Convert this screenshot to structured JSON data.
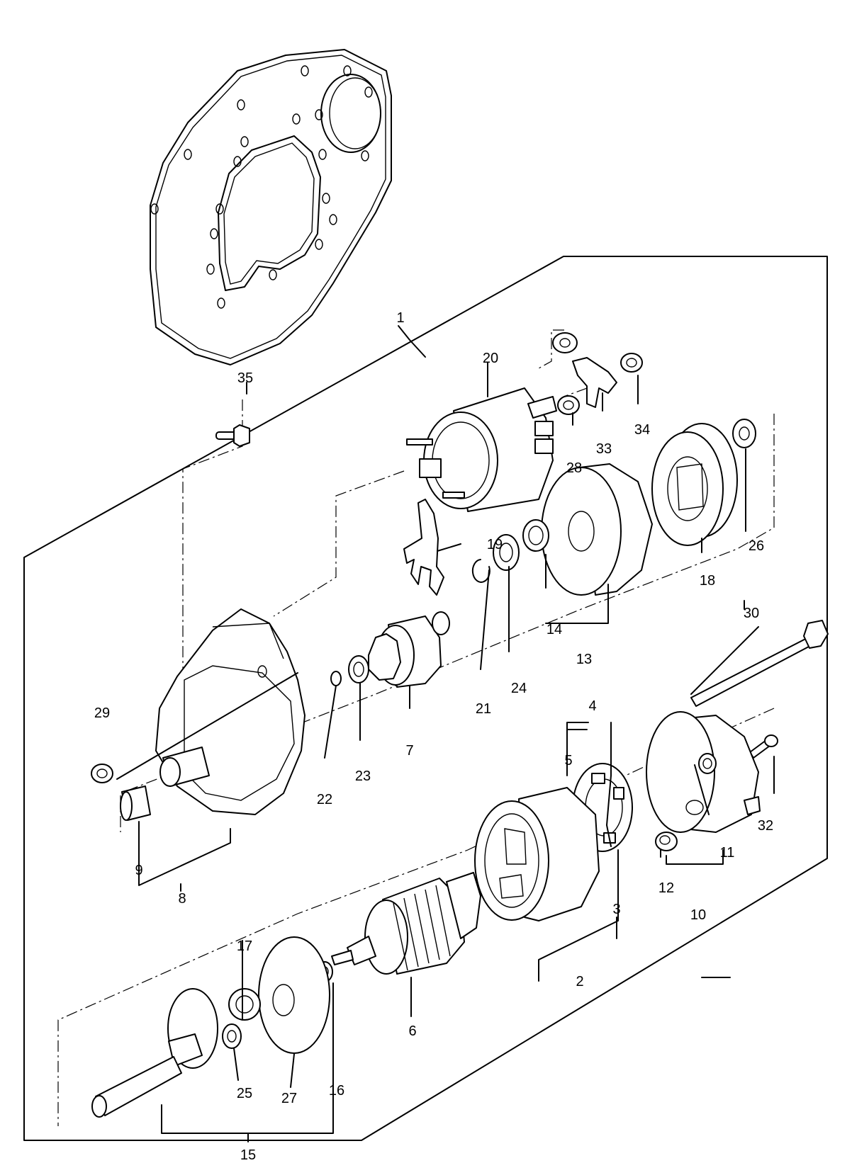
{
  "callouts": [
    {
      "id": "1",
      "text": "1"
    },
    {
      "id": "2",
      "text": "2"
    },
    {
      "id": "3",
      "text": "3"
    },
    {
      "id": "4",
      "text": "4"
    },
    {
      "id": "5",
      "text": "5"
    },
    {
      "id": "6",
      "text": "6"
    },
    {
      "id": "7",
      "text": "7"
    },
    {
      "id": "8",
      "text": "8"
    },
    {
      "id": "9",
      "text": "9"
    },
    {
      "id": "10",
      "text": "10"
    },
    {
      "id": "11",
      "text": "11"
    },
    {
      "id": "12",
      "text": "12"
    },
    {
      "id": "13",
      "text": "13"
    },
    {
      "id": "14",
      "text": "14"
    },
    {
      "id": "15",
      "text": "15"
    },
    {
      "id": "16",
      "text": "16"
    },
    {
      "id": "17",
      "text": "17"
    },
    {
      "id": "18",
      "text": "18"
    },
    {
      "id": "19",
      "text": "19"
    },
    {
      "id": "20",
      "text": "20"
    },
    {
      "id": "21",
      "text": "21"
    },
    {
      "id": "22",
      "text": "22"
    },
    {
      "id": "23",
      "text": "23"
    },
    {
      "id": "24",
      "text": "24"
    },
    {
      "id": "25",
      "text": "25"
    },
    {
      "id": "26",
      "text": "26"
    },
    {
      "id": "27",
      "text": "27"
    },
    {
      "id": "28",
      "text": "28"
    },
    {
      "id": "29",
      "text": "29"
    },
    {
      "id": "30",
      "text": "30"
    },
    {
      "id": "32",
      "text": "32"
    },
    {
      "id": "33",
      "text": "33"
    },
    {
      "id": "34",
      "text": "34"
    },
    {
      "id": "35",
      "text": "35"
    }
  ]
}
